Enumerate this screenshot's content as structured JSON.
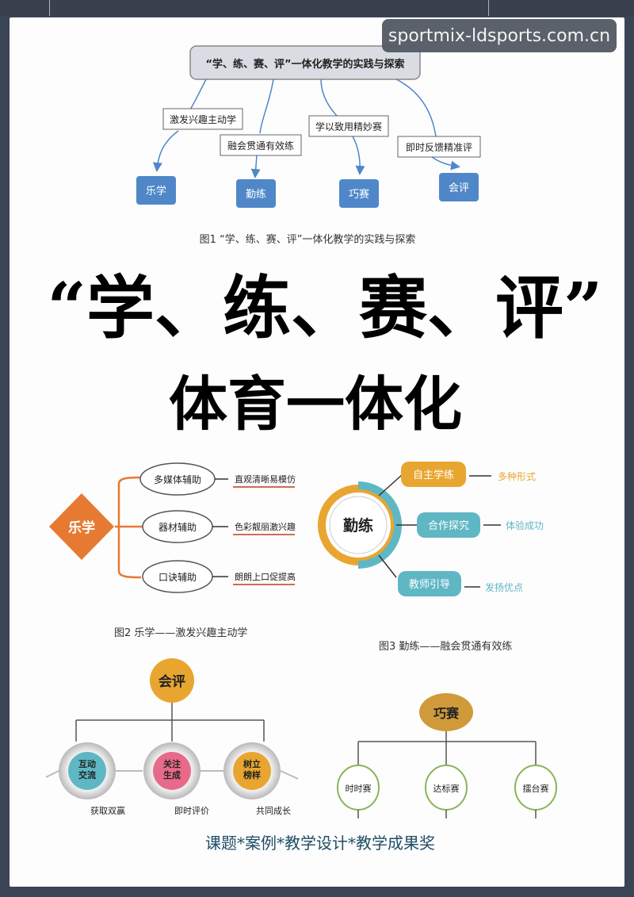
{
  "watermark": "sportmix-ldsports.com.cn",
  "fig1": {
    "root": "“学、练、赛、评”一体化教学的实践与探索",
    "labels": [
      "激发兴趣主动学",
      "融会贯通有效练",
      "学以致用精妙赛",
      "即时反馈精准评"
    ],
    "nodes": [
      "乐学",
      "勤练",
      "巧赛",
      "会评"
    ],
    "caption": "图1 “学、练、赛、评”一体化教学的实践与探索"
  },
  "headline": {
    "line1": "“学、练、赛、评”",
    "line2": "体育一体化"
  },
  "fig2": {
    "center": "乐学",
    "items": [
      "多媒体辅助",
      "器材辅助",
      "口诀辅助"
    ],
    "notes": [
      "直观清晰易模仿",
      "色彩靓丽激兴趣",
      "朗朗上口促提高"
    ],
    "caption": "图2 乐学——激发兴趣主动学"
  },
  "fig3": {
    "center": "勤练",
    "items": [
      "自主学练",
      "合作探究",
      "教师引导"
    ],
    "notes": [
      "多种形式",
      "体验成功",
      "发扬优点"
    ],
    "caption": "图3 勤练——融会贯通有效练"
  },
  "fig4": {
    "root": "会评",
    "items": [
      "互动\n交流",
      "关注\n生成",
      "树立\n榜样"
    ],
    "notes": [
      "获取双赢",
      "即时评价",
      "共同成长"
    ]
  },
  "fig5": {
    "root": "巧赛",
    "items": [
      "时时赛",
      "达标赛",
      "擂台赛"
    ]
  },
  "footer": "课题*案例*教学设计*教学成果奖",
  "colors": {
    "blue_node": "#4f87c9",
    "orange": "#e67a33",
    "amber": "#e8a630",
    "teal": "#5fb7c4",
    "tan": "#c89a3c",
    "red_note": "#c0392b"
  }
}
